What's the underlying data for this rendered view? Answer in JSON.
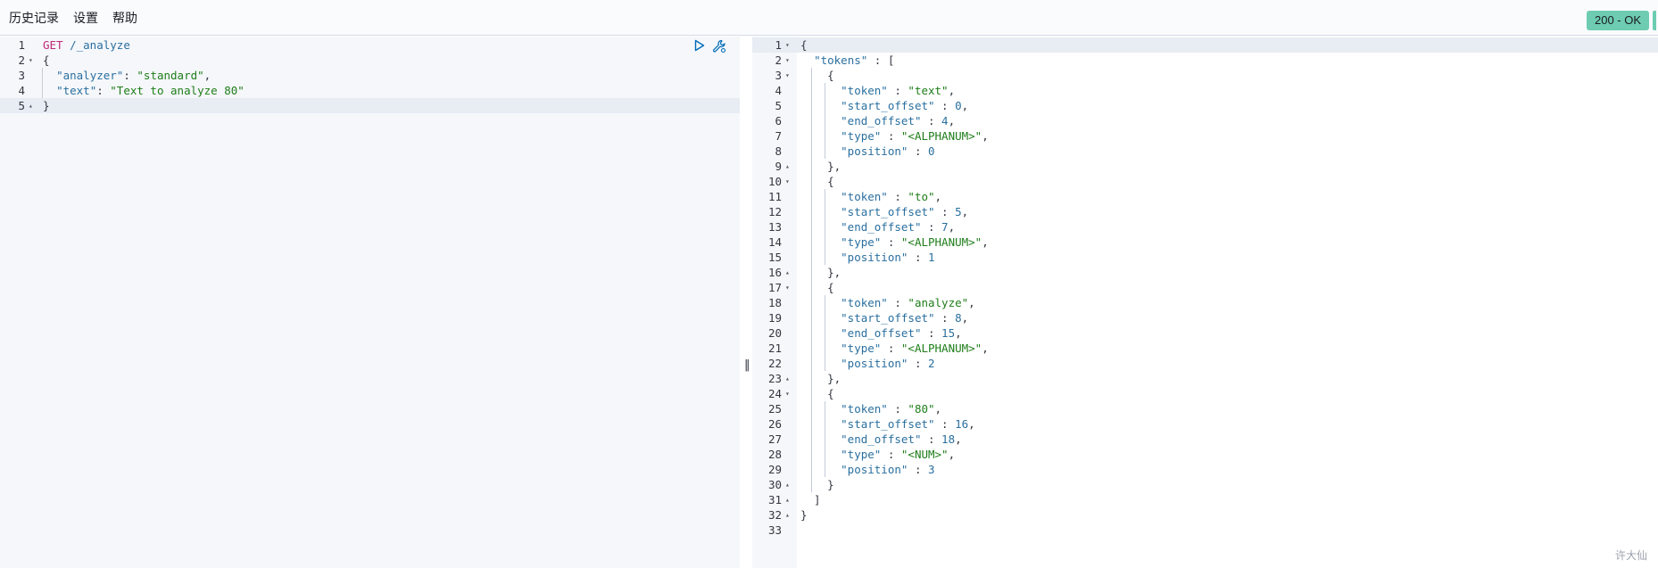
{
  "menu": {
    "history": "历史记录",
    "settings": "设置",
    "help": "帮助"
  },
  "status": {
    "label": "200 - OK",
    "color": "#6dccb1"
  },
  "request": {
    "lines": [
      {
        "n": "1",
        "fold": "",
        "parts": [
          [
            "kw-method",
            "GET"
          ],
          [
            "punct",
            " "
          ],
          [
            "url",
            "/_analyze"
          ]
        ]
      },
      {
        "n": "2",
        "fold": "▾",
        "parts": [
          [
            "punct",
            "{"
          ]
        ]
      },
      {
        "n": "3",
        "fold": "",
        "parts": [
          [
            "punct",
            "  "
          ],
          [
            "key",
            "\"analyzer\""
          ],
          [
            "punct",
            ": "
          ],
          [
            "str",
            "\"standard\""
          ],
          [
            "punct",
            ","
          ]
        ]
      },
      {
        "n": "4",
        "fold": "",
        "parts": [
          [
            "punct",
            "  "
          ],
          [
            "key",
            "\"text\""
          ],
          [
            "punct",
            ": "
          ],
          [
            "str",
            "\"Text to analyze 80\""
          ]
        ]
      },
      {
        "n": "5",
        "fold": "▴",
        "parts": [
          [
            "punct",
            "}"
          ]
        ]
      }
    ],
    "actions": {
      "run_icon": "play-icon",
      "settings_icon": "wrench-icon"
    }
  },
  "response": {
    "lines": [
      {
        "n": "1",
        "fold": "▾",
        "parts": [
          [
            "punct",
            "{"
          ]
        ]
      },
      {
        "n": "2",
        "fold": "▾",
        "parts": [
          [
            "punct",
            "  "
          ],
          [
            "key",
            "\"tokens\""
          ],
          [
            "punct",
            " : ["
          ]
        ]
      },
      {
        "n": "3",
        "fold": "▾",
        "parts": [
          [
            "punct",
            "    {"
          ]
        ]
      },
      {
        "n": "4",
        "fold": "",
        "parts": [
          [
            "punct",
            "      "
          ],
          [
            "key",
            "\"token\""
          ],
          [
            "punct",
            " : "
          ],
          [
            "str",
            "\"text\""
          ],
          [
            "punct",
            ","
          ]
        ]
      },
      {
        "n": "5",
        "fold": "",
        "parts": [
          [
            "punct",
            "      "
          ],
          [
            "key",
            "\"start_offset\""
          ],
          [
            "punct",
            " : "
          ],
          [
            "num",
            "0"
          ],
          [
            "punct",
            ","
          ]
        ]
      },
      {
        "n": "6",
        "fold": "",
        "parts": [
          [
            "punct",
            "      "
          ],
          [
            "key",
            "\"end_offset\""
          ],
          [
            "punct",
            " : "
          ],
          [
            "num",
            "4"
          ],
          [
            "punct",
            ","
          ]
        ]
      },
      {
        "n": "7",
        "fold": "",
        "parts": [
          [
            "punct",
            "      "
          ],
          [
            "key",
            "\"type\""
          ],
          [
            "punct",
            " : "
          ],
          [
            "str",
            "\"<ALPHANUM>\""
          ],
          [
            "punct",
            ","
          ]
        ]
      },
      {
        "n": "8",
        "fold": "",
        "parts": [
          [
            "punct",
            "      "
          ],
          [
            "key",
            "\"position\""
          ],
          [
            "punct",
            " : "
          ],
          [
            "num",
            "0"
          ]
        ]
      },
      {
        "n": "9",
        "fold": "▴",
        "parts": [
          [
            "punct",
            "    },"
          ]
        ]
      },
      {
        "n": "10",
        "fold": "▾",
        "parts": [
          [
            "punct",
            "    {"
          ]
        ]
      },
      {
        "n": "11",
        "fold": "",
        "parts": [
          [
            "punct",
            "      "
          ],
          [
            "key",
            "\"token\""
          ],
          [
            "punct",
            " : "
          ],
          [
            "str",
            "\"to\""
          ],
          [
            "punct",
            ","
          ]
        ]
      },
      {
        "n": "12",
        "fold": "",
        "parts": [
          [
            "punct",
            "      "
          ],
          [
            "key",
            "\"start_offset\""
          ],
          [
            "punct",
            " : "
          ],
          [
            "num",
            "5"
          ],
          [
            "punct",
            ","
          ]
        ]
      },
      {
        "n": "13",
        "fold": "",
        "parts": [
          [
            "punct",
            "      "
          ],
          [
            "key",
            "\"end_offset\""
          ],
          [
            "punct",
            " : "
          ],
          [
            "num",
            "7"
          ],
          [
            "punct",
            ","
          ]
        ]
      },
      {
        "n": "14",
        "fold": "",
        "parts": [
          [
            "punct",
            "      "
          ],
          [
            "key",
            "\"type\""
          ],
          [
            "punct",
            " : "
          ],
          [
            "str",
            "\"<ALPHANUM>\""
          ],
          [
            "punct",
            ","
          ]
        ]
      },
      {
        "n": "15",
        "fold": "",
        "parts": [
          [
            "punct",
            "      "
          ],
          [
            "key",
            "\"position\""
          ],
          [
            "punct",
            " : "
          ],
          [
            "num",
            "1"
          ]
        ]
      },
      {
        "n": "16",
        "fold": "▴",
        "parts": [
          [
            "punct",
            "    },"
          ]
        ]
      },
      {
        "n": "17",
        "fold": "▾",
        "parts": [
          [
            "punct",
            "    {"
          ]
        ]
      },
      {
        "n": "18",
        "fold": "",
        "parts": [
          [
            "punct",
            "      "
          ],
          [
            "key",
            "\"token\""
          ],
          [
            "punct",
            " : "
          ],
          [
            "str",
            "\"analyze\""
          ],
          [
            "punct",
            ","
          ]
        ]
      },
      {
        "n": "19",
        "fold": "",
        "parts": [
          [
            "punct",
            "      "
          ],
          [
            "key",
            "\"start_offset\""
          ],
          [
            "punct",
            " : "
          ],
          [
            "num",
            "8"
          ],
          [
            "punct",
            ","
          ]
        ]
      },
      {
        "n": "20",
        "fold": "",
        "parts": [
          [
            "punct",
            "      "
          ],
          [
            "key",
            "\"end_offset\""
          ],
          [
            "punct",
            " : "
          ],
          [
            "num",
            "15"
          ],
          [
            "punct",
            ","
          ]
        ]
      },
      {
        "n": "21",
        "fold": "",
        "parts": [
          [
            "punct",
            "      "
          ],
          [
            "key",
            "\"type\""
          ],
          [
            "punct",
            " : "
          ],
          [
            "str",
            "\"<ALPHANUM>\""
          ],
          [
            "punct",
            ","
          ]
        ]
      },
      {
        "n": "22",
        "fold": "",
        "parts": [
          [
            "punct",
            "      "
          ],
          [
            "key",
            "\"position\""
          ],
          [
            "punct",
            " : "
          ],
          [
            "num",
            "2"
          ]
        ]
      },
      {
        "n": "23",
        "fold": "▴",
        "parts": [
          [
            "punct",
            "    },"
          ]
        ]
      },
      {
        "n": "24",
        "fold": "▾",
        "parts": [
          [
            "punct",
            "    {"
          ]
        ]
      },
      {
        "n": "25",
        "fold": "",
        "parts": [
          [
            "punct",
            "      "
          ],
          [
            "key",
            "\"token\""
          ],
          [
            "punct",
            " : "
          ],
          [
            "str",
            "\"80\""
          ],
          [
            "punct",
            ","
          ]
        ]
      },
      {
        "n": "26",
        "fold": "",
        "parts": [
          [
            "punct",
            "      "
          ],
          [
            "key",
            "\"start_offset\""
          ],
          [
            "punct",
            " : "
          ],
          [
            "num",
            "16"
          ],
          [
            "punct",
            ","
          ]
        ]
      },
      {
        "n": "27",
        "fold": "",
        "parts": [
          [
            "punct",
            "      "
          ],
          [
            "key",
            "\"end_offset\""
          ],
          [
            "punct",
            " : "
          ],
          [
            "num",
            "18"
          ],
          [
            "punct",
            ","
          ]
        ]
      },
      {
        "n": "28",
        "fold": "",
        "parts": [
          [
            "punct",
            "      "
          ],
          [
            "key",
            "\"type\""
          ],
          [
            "punct",
            " : "
          ],
          [
            "str",
            "\"<NUM>\""
          ],
          [
            "punct",
            ","
          ]
        ]
      },
      {
        "n": "29",
        "fold": "",
        "parts": [
          [
            "punct",
            "      "
          ],
          [
            "key",
            "\"position\""
          ],
          [
            "punct",
            " : "
          ],
          [
            "num",
            "3"
          ]
        ]
      },
      {
        "n": "30",
        "fold": "▴",
        "parts": [
          [
            "punct",
            "    }"
          ]
        ]
      },
      {
        "n": "31",
        "fold": "▴",
        "parts": [
          [
            "punct",
            "  ]"
          ]
        ]
      },
      {
        "n": "32",
        "fold": "▴",
        "parts": [
          [
            "punct",
            "}"
          ]
        ]
      },
      {
        "n": "33",
        "fold": "",
        "parts": []
      }
    ]
  },
  "watermark": "许大仙"
}
